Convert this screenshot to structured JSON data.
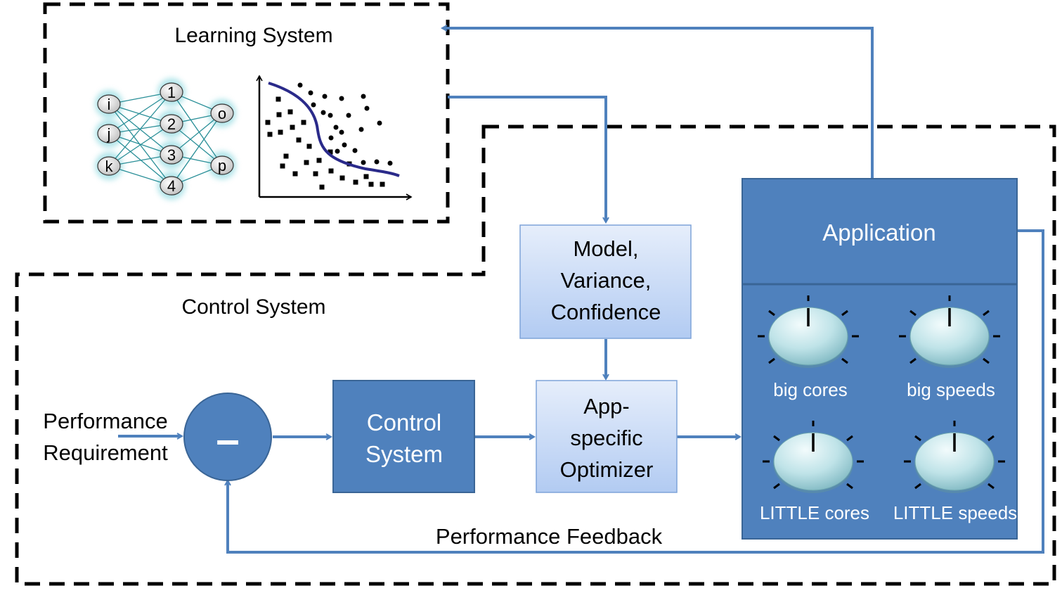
{
  "learning_system": {
    "title": "Learning System",
    "nn_inputs": [
      "i",
      "j",
      "k"
    ],
    "nn_hidden": [
      "1",
      "2",
      "3",
      "4"
    ],
    "nn_outputs": [
      "o",
      "p"
    ]
  },
  "control_region": {
    "title": "Control System"
  },
  "input_label": {
    "line1": "Performance",
    "line2": "Requirement"
  },
  "comparator": {
    "symbol": "–"
  },
  "control_system_block": {
    "line1": "Control",
    "line2": "System"
  },
  "model_block": {
    "line1": "Model,",
    "line2": "Variance,",
    "line3": "Confidence"
  },
  "optimizer_block": {
    "line1": "App-",
    "line2": "specific",
    "line3": "Optimizer"
  },
  "application": {
    "title": "Application",
    "knobs": [
      {
        "label": "big cores",
        "icon": "dial-knob-icon"
      },
      {
        "label": "big speeds",
        "icon": "dial-knob-icon"
      },
      {
        "label": "LITTLE cores",
        "icon": "dial-knob-icon"
      },
      {
        "label": "LITTLE speeds",
        "icon": "dial-knob-icon"
      }
    ]
  },
  "feedback": {
    "label": "Performance Feedback"
  },
  "colors": {
    "arrow": "#4f81bd",
    "dark_block": "#4f81bd",
    "dark_block_border": "#3a6596",
    "light_block_top": "#e2ecfa",
    "light_block_bottom": "#b4cdf2",
    "knob": "#bfe6ea",
    "curve": "#2a2a8a",
    "nn_edge": "#2aa0a8"
  }
}
